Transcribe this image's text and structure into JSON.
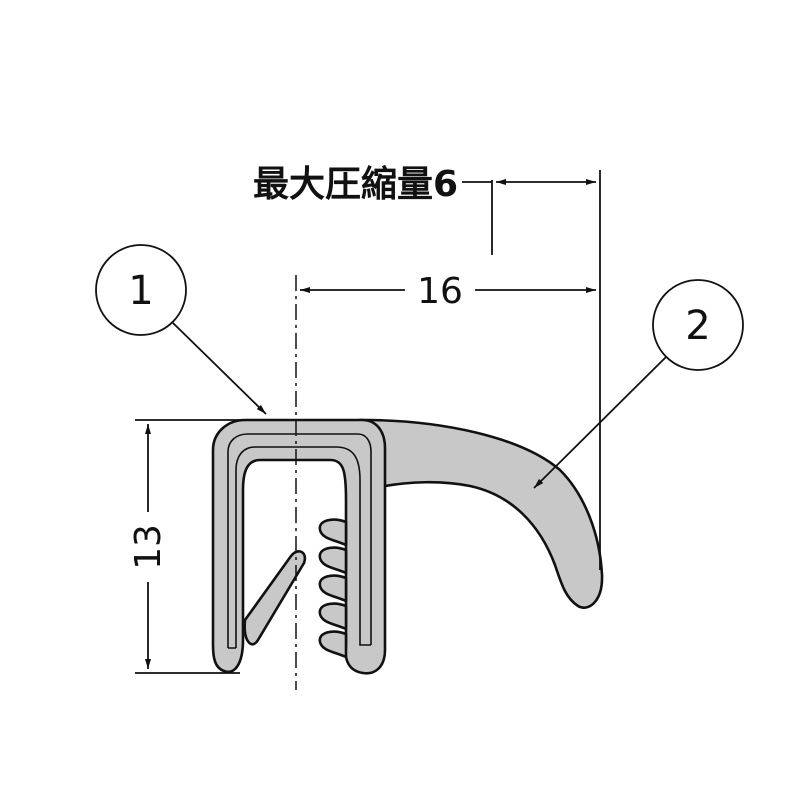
{
  "dimensions": {
    "max_compression": "最大圧縮量6",
    "width": "16",
    "height": "13"
  },
  "callouts": [
    {
      "number": "1"
    },
    {
      "number": "2"
    }
  ],
  "colors": {
    "seal_fill": "#c8c8c8",
    "line": "#111111",
    "background": "#ffffff"
  }
}
